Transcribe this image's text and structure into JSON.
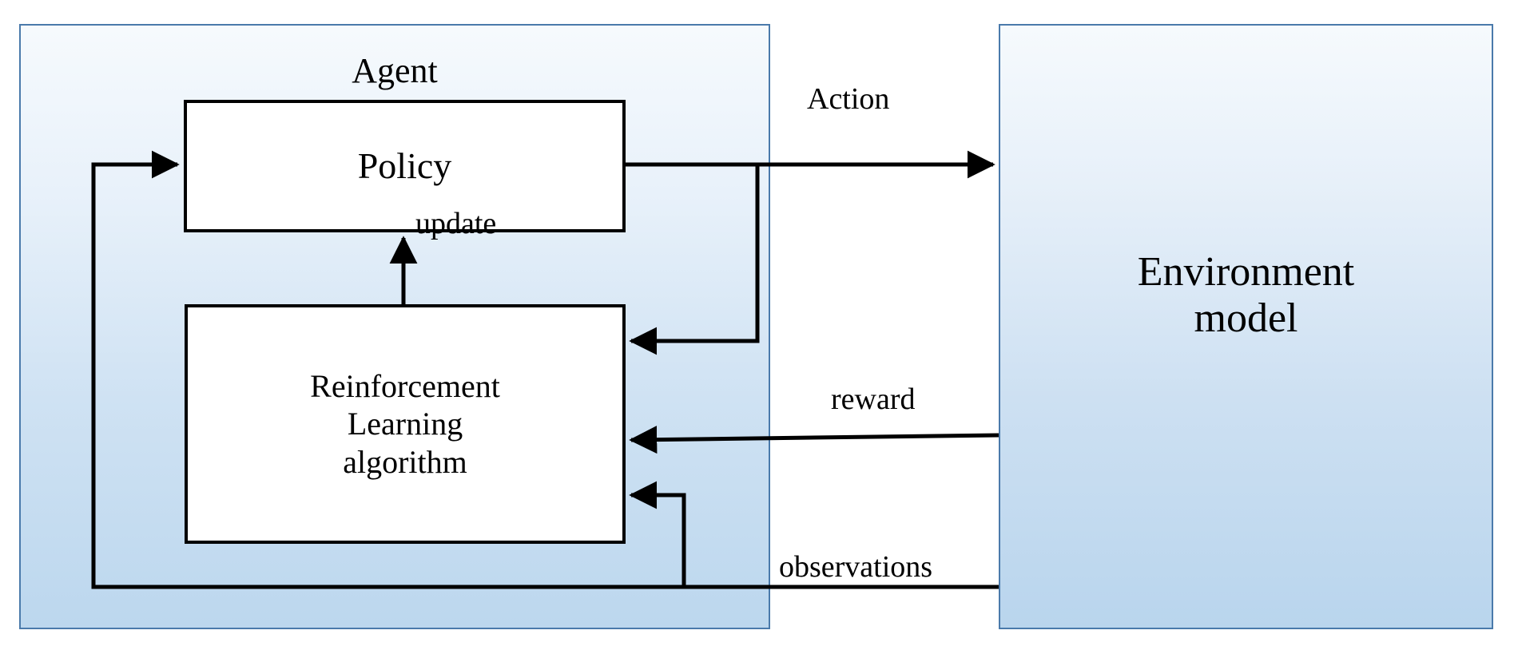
{
  "diagram": {
    "title": "Reinforcement learning agent and environment loop",
    "colors": {
      "panel_border": "#4a7aab",
      "panel_fill_top": "#f6fafd",
      "panel_fill_bottom": "#bcd7ee",
      "node_border": "#000000",
      "node_fill": "#ffffff",
      "wire": "#000000"
    },
    "panels": {
      "agent": {
        "title": "Agent"
      },
      "environment": {
        "title": "Environment\nmodel"
      }
    },
    "nodes": {
      "policy": {
        "label": "Policy"
      },
      "rl_algorithm": {
        "label": "Reinforcement\nLearning\nalgorithm"
      }
    },
    "edges": {
      "action": {
        "label": "Action",
        "from": "policy",
        "to": "environment"
      },
      "update": {
        "label": "update",
        "from": "rl_algorithm",
        "to": "policy"
      },
      "reward": {
        "label": "reward",
        "from": "environment",
        "to": "rl_algorithm"
      },
      "observations": {
        "label": "observations",
        "from": "environment",
        "to": "rl_algorithm"
      },
      "action_feedback": {
        "label": "",
        "from": "action",
        "to": "rl_algorithm"
      },
      "observation_to_policy": {
        "label": "",
        "from": "observations",
        "to": "policy"
      }
    }
  }
}
